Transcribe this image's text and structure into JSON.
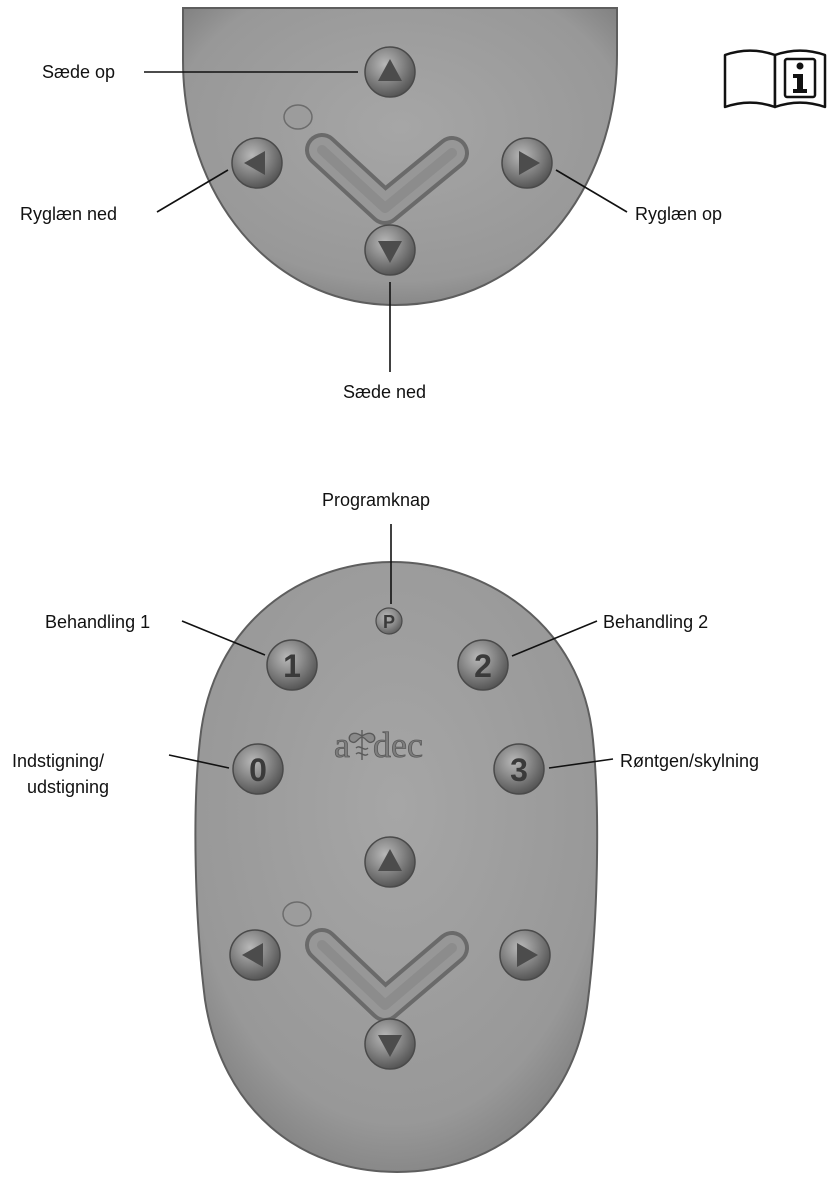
{
  "top_pendant": {
    "labels": {
      "seat_up": "Sæde op",
      "back_down": "Ryglæn ned",
      "back_up": "Ryglæn op",
      "seat_down": "Sæde ned"
    },
    "icons": [
      "arrow-up-icon",
      "arrow-left-icon",
      "arrow-right-icon",
      "arrow-down-icon"
    ]
  },
  "info_icon": "info-manual-icon",
  "bottom_pendant": {
    "labels": {
      "program_button": "Programknap",
      "treatment_1": "Behandling 1",
      "treatment_2": "Behandling 2",
      "entry_exit_line1": "Indstigning/",
      "entry_exit_line2": "udstigning",
      "xray_rinse": "Røntgen/skylning"
    },
    "buttons": {
      "program": "P",
      "treatment_1": "1",
      "treatment_2": "2",
      "entry_exit": "0",
      "xray_rinse": "3"
    },
    "logo_parts": [
      "a",
      "dec"
    ]
  },
  "colors": {
    "pendant_body": "#9a9a9a",
    "pendant_edge": "#5e5e5e",
    "button_fill": "#7c7c7c",
    "arrow_fill": "#4c4c4c"
  }
}
